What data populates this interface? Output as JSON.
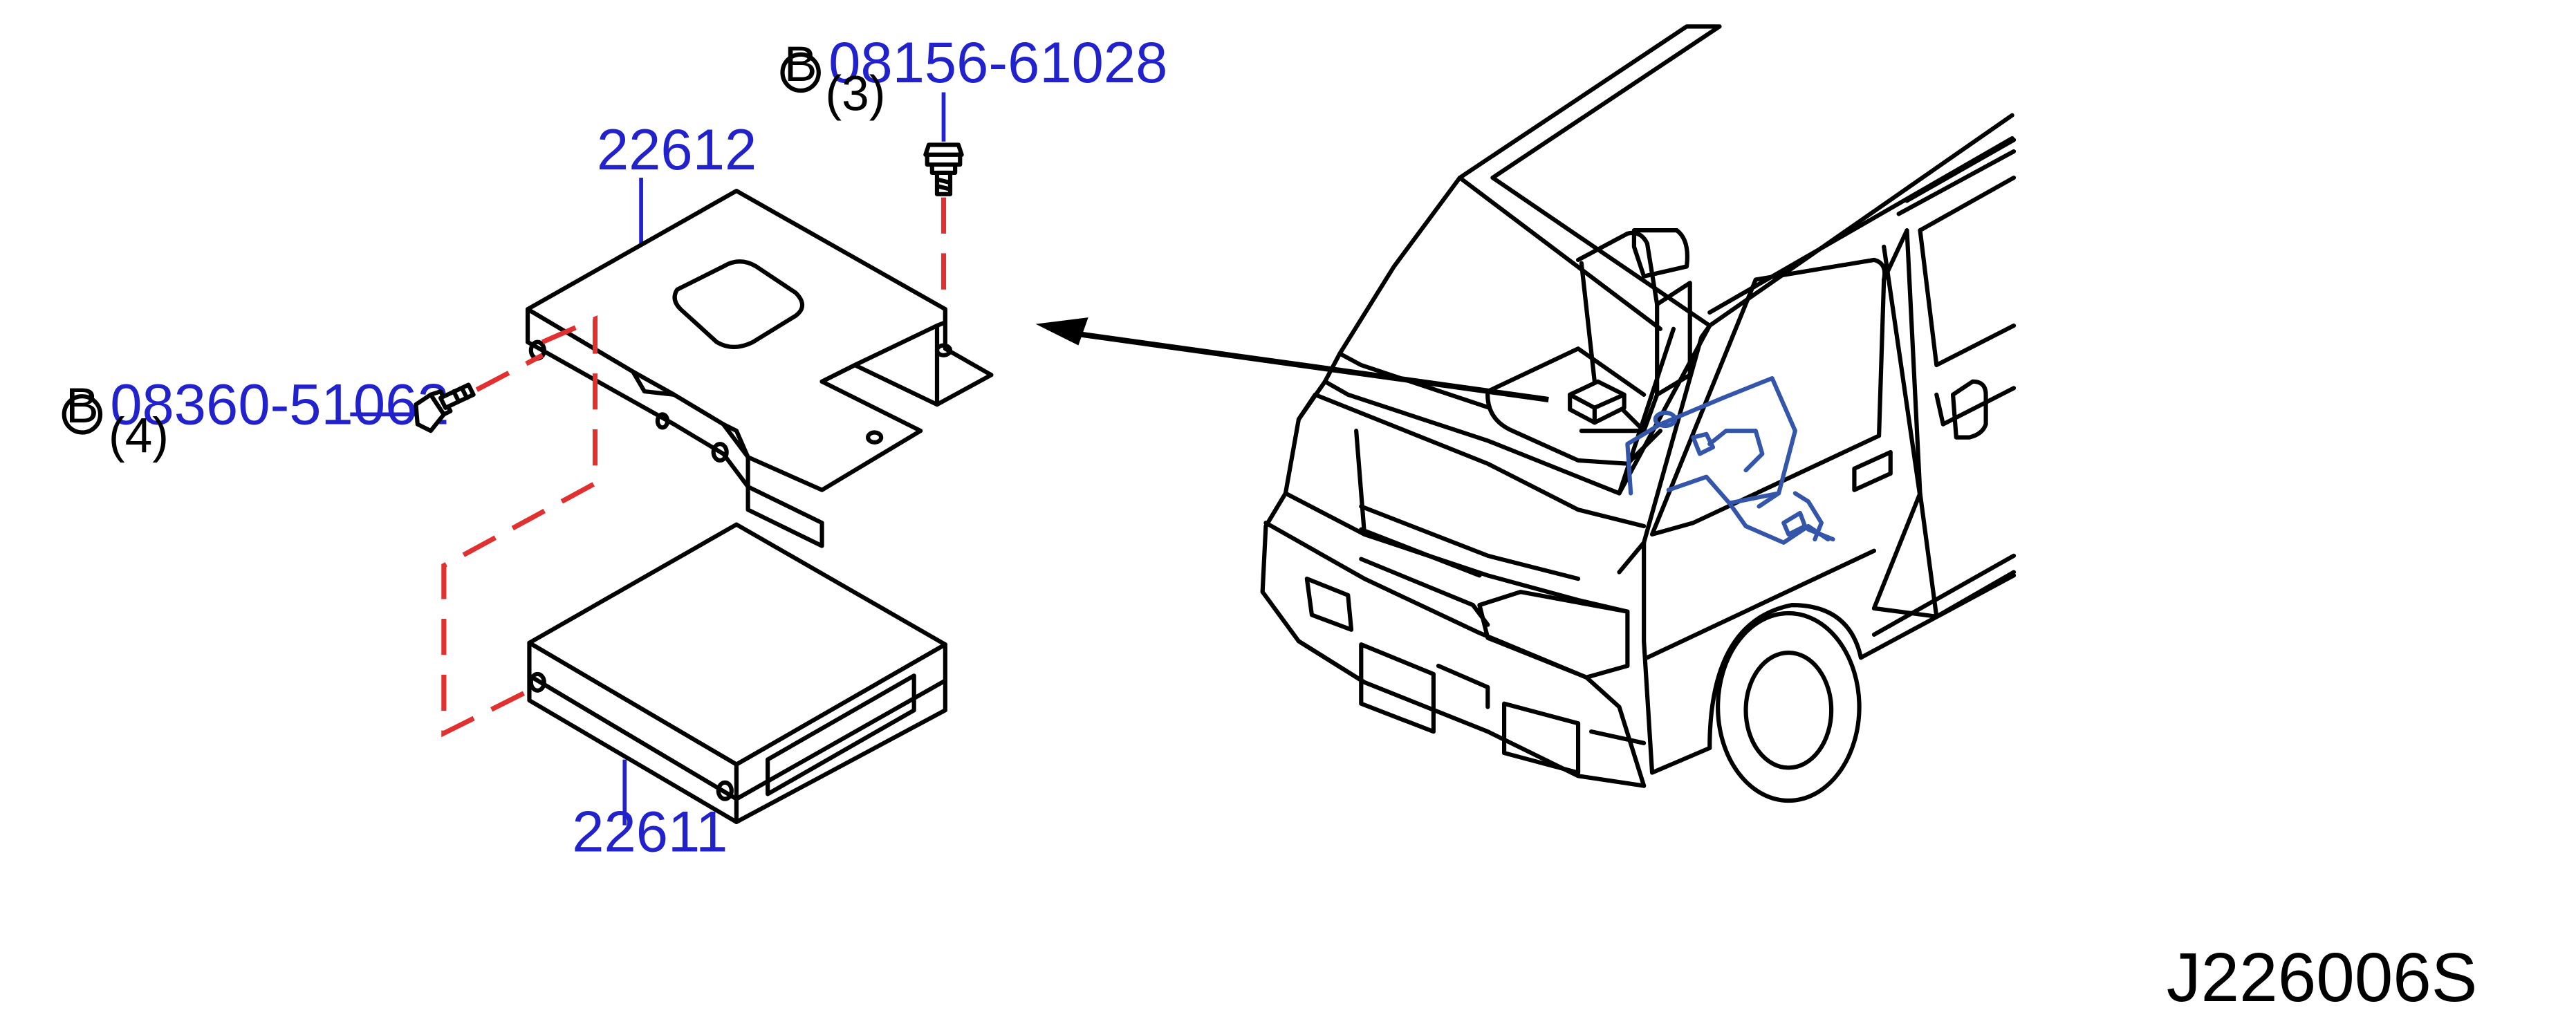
{
  "diagram": {
    "colors": {
      "line": "#000000",
      "callout": "#2222cc",
      "dashed_guide": "#e03030",
      "wiring": "#3355aa"
    },
    "parts": {
      "bracket": {
        "number": "22612"
      },
      "control_unit": {
        "number": "22611"
      }
    },
    "bolts": {
      "top_bolt": {
        "symbol": "B",
        "part_number": "08156-61028",
        "quantity": "(3)"
      },
      "side_bolt": {
        "symbol": "B",
        "part_number": "08360-51062",
        "quantity": "(4)"
      }
    },
    "drawing_code": "J226006S"
  }
}
